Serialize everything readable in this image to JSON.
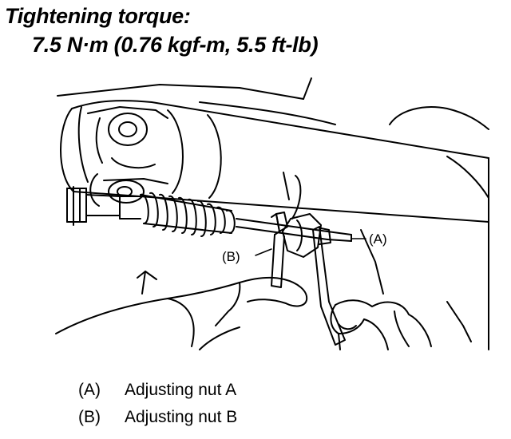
{
  "spec": {
    "heading": "Tightening torque:",
    "value": "7.5 N·m (0.76 kgf-m, 5.5 ft-lb)"
  },
  "callouts": {
    "a": "(A)",
    "b": "(B)"
  },
  "legend": [
    {
      "key": "(A)",
      "text": "Adjusting nut A"
    },
    {
      "key": "(B)",
      "text": "Adjusting nut B"
    }
  ]
}
